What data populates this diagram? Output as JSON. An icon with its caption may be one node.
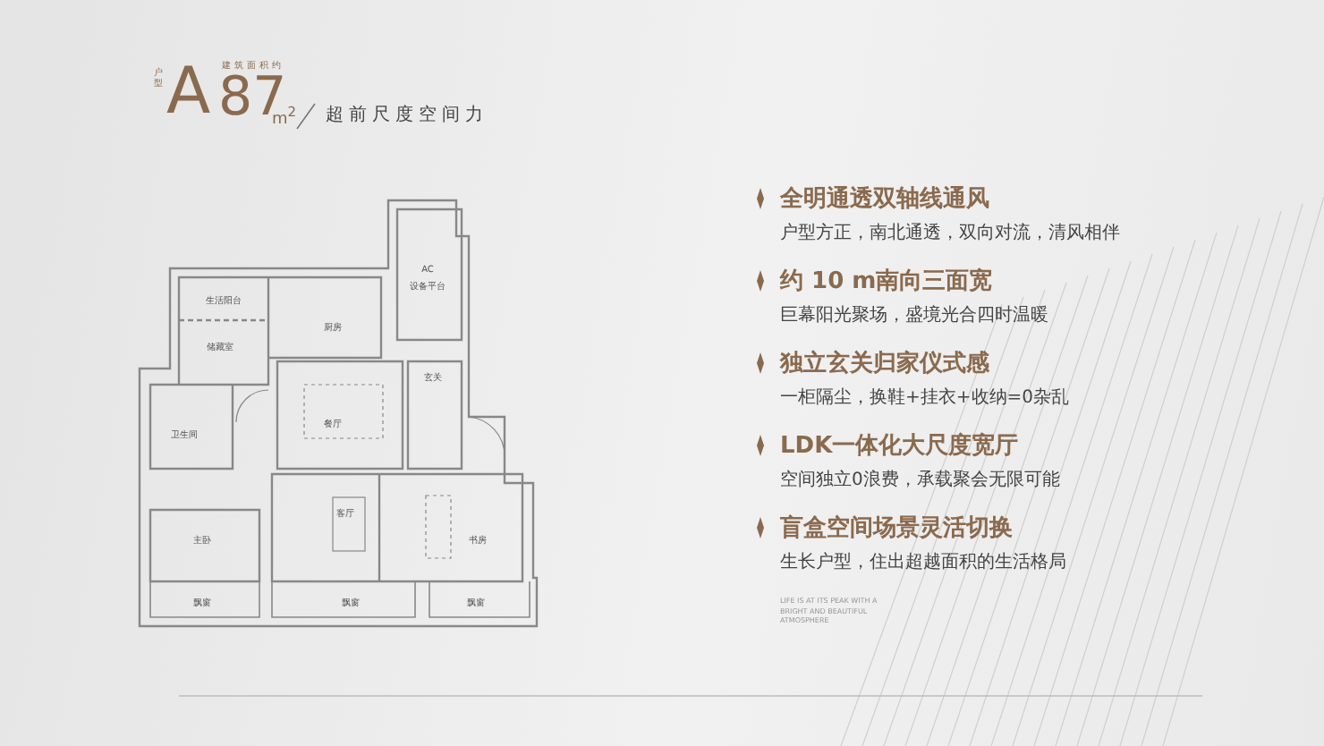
{
  "diagram": {
    "title": "超前尺度空间力",
    "labels": [
      "户型",
      "建筑面积约",
      "A",
      "87",
      "m$^{2}$",
      "生活阳台",
      "储藏室",
      "厨房",
      "AC",
      "设备平台",
      "玄关",
      "餐厅",
      "卫生间",
      "主卧",
      "客厅",
      "书房",
      "飘窗",
      "飘窗",
      "飘窗",
      "全明通透双轴线通风",
      "户型方正，南北通透，双向对流，清风相伴",
      "约 10 m南向三面宽",
      "巨幕阳光聚场，盛境光合四时温暖",
      "独立玄关归家仪式感",
      "一柜隔尘，换鞋+挂衣+收纳=0杂乱",
      "LDK一体化大尺度宽厅",
      "空间独立0浪费，承载聚会无限可能",
      "盲盒空间场景灵活切换",
      "生长户型，住出超越面积的生活格局",
      "LIFE IS AT ITS PEAK WITH A BRIGHT AND BEAUTIFUL ATMOSPHERE"
    ]
  }
}
